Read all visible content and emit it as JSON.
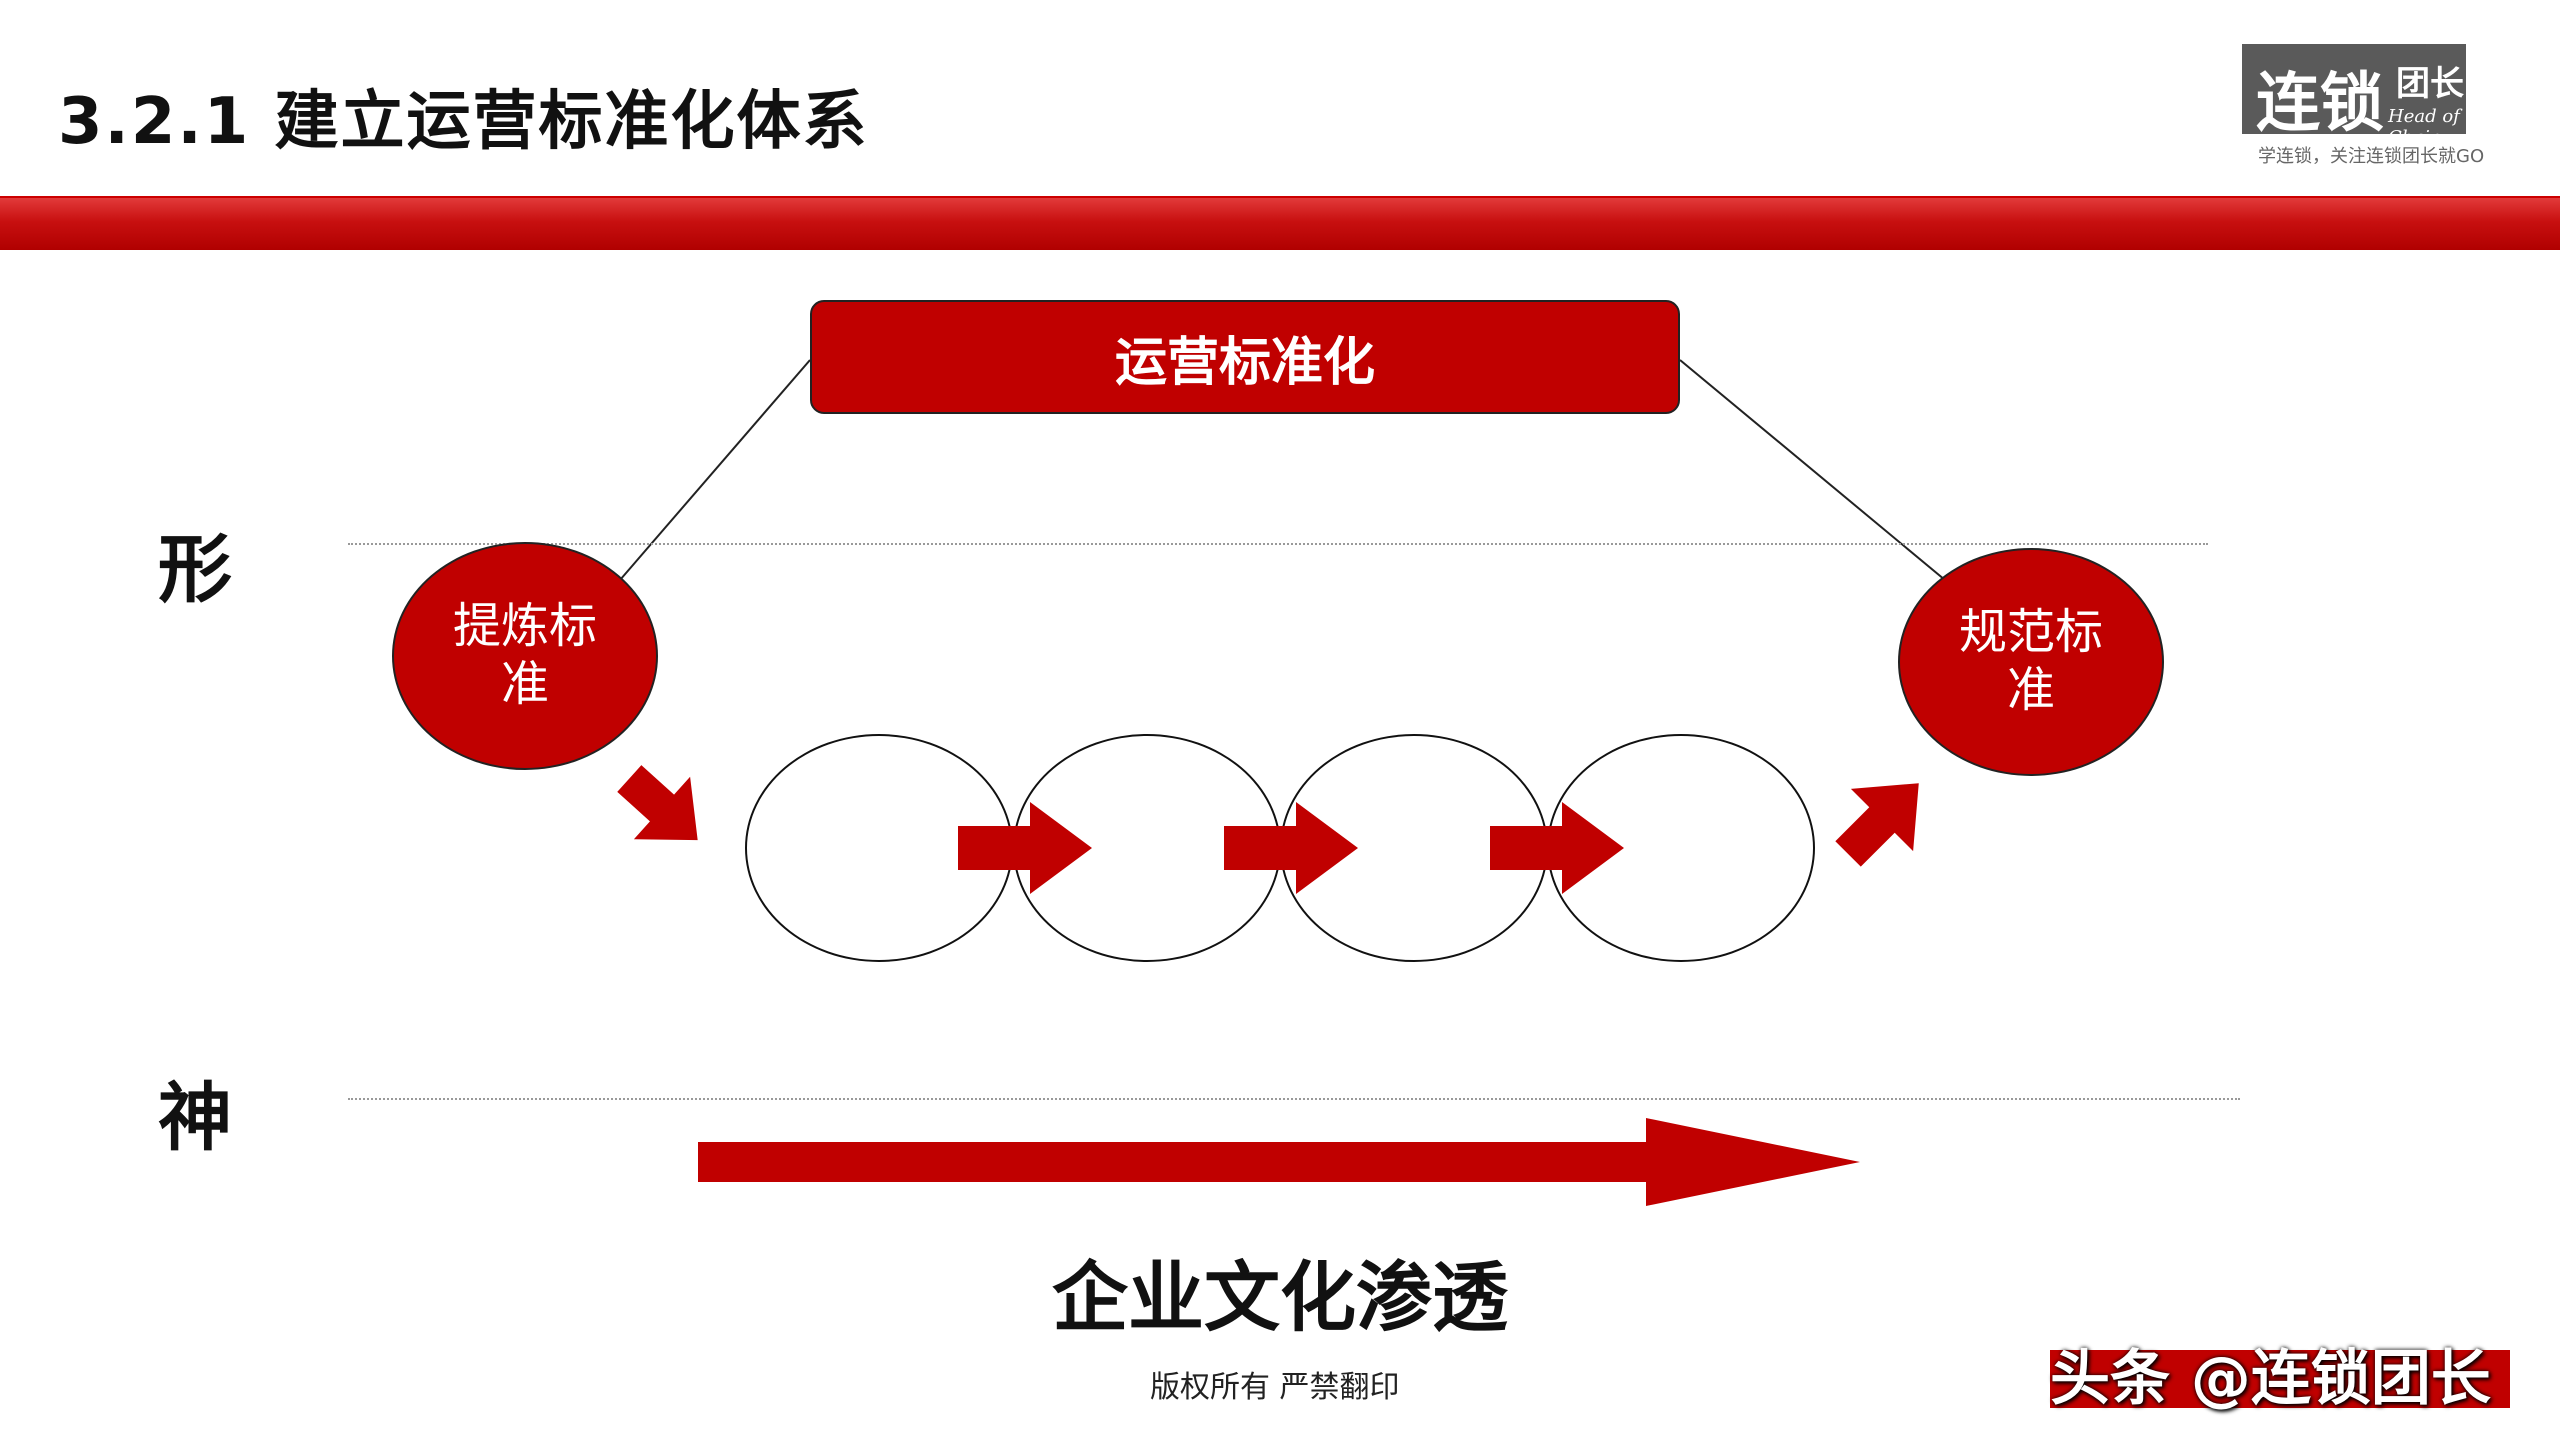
{
  "title": "3.2.1  建立运营标准化体系",
  "logo": {
    "main": "连锁",
    "side": "团长",
    "english": "Head of Chain",
    "slogan": "学连锁，关注连锁团长就GO"
  },
  "diagram": {
    "top_box": "运营标准化",
    "label_form": "形",
    "label_spirit": "神",
    "left_circle": "提炼标准",
    "right_circle": "规范标准",
    "bottom_text": "企业文化渗透"
  },
  "footer": {
    "copyright": "版权所有  严禁翻印",
    "watermark": "头条 @连锁团长"
  },
  "colors": {
    "brand_red": "#c00000",
    "logo_gray": "#5a5a5a"
  }
}
